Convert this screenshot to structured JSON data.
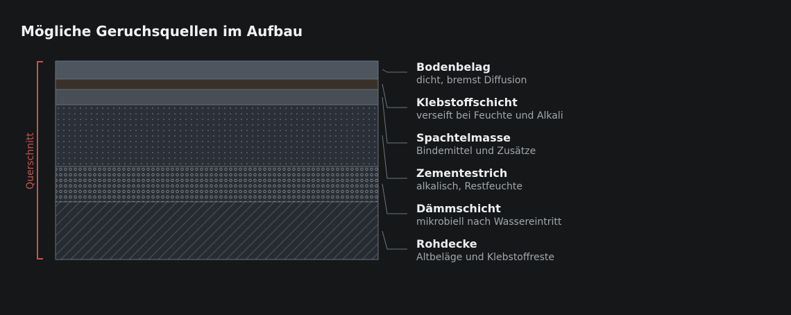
{
  "title": "Mögliche Geruchsquellen im Aufbau",
  "side_label": "Querschnitt",
  "layers": [
    {
      "name": "Bodenbelag",
      "desc": "dicht, bremst Diffusion"
    },
    {
      "name": "Klebstoffschicht",
      "desc": "verseift bei Feuchte und Alkali"
    },
    {
      "name": "Spachtelmasse",
      "desc": "Bindemittel und Zusätze"
    },
    {
      "name": "Zementestrich",
      "desc": "alkalisch, Restfeuchte"
    },
    {
      "name": "Dämmschicht",
      "desc": "mikrobiell nach Wassereintritt"
    },
    {
      "name": "Rohdecke",
      "desc": "Altbeläge und Klebstoffreste"
    }
  ],
  "colors": {
    "accent": "#c7544d",
    "background": "#151719",
    "floor_covering": "#4d565f",
    "adhesive": "#3a302a",
    "leveling": "#474e56",
    "screed": "#2b3038",
    "insulation": "#2a2e35",
    "slab": "#272b32"
  }
}
